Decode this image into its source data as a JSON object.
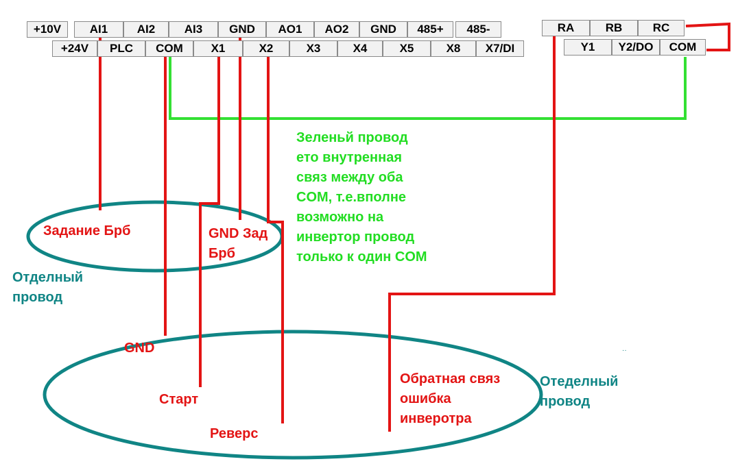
{
  "terminals": {
    "row1": [
      "+10V",
      "AI1",
      "AI2",
      "AI3",
      "GND",
      "AO1",
      "AO2",
      "GND",
      "485+",
      "485-"
    ],
    "row2": [
      "+24V",
      "PLC",
      "COM",
      "X1",
      "X2",
      "X3",
      "X4",
      "X5",
      "X8",
      "X7/DI"
    ],
    "relay_row1": [
      "RA",
      "RB",
      "RC"
    ],
    "relay_row2": [
      "Y1",
      "Y2/DO",
      "COM"
    ]
  },
  "labels": {
    "zadanie": "Задание Брб",
    "gnd_zad_line1": "GND Зад",
    "gnd_zad_line2": "Брб",
    "otdelny_line1": "Отделный",
    "otdelny_line2": "провод",
    "gnd": "GND",
    "start": "Старт",
    "revers": "Реверс",
    "feedback_line1": "Обратная связ",
    "feedback_line2": "ошибка",
    "feedback_line3": "инверотра",
    "otedelny_line1": "Отеделный",
    "otedelny_line2": "провод"
  },
  "green_note": [
    "Зеленьй провод",
    "ето внутренная",
    "связ между оба",
    "COM, т.е.вполне",
    "возможно на",
    "инвертор провод",
    "только к один COM"
  ],
  "colors": {
    "wire_red": "#e31414",
    "wire_green": "#33e033",
    "ellipse_teal": "#108585",
    "terminal_bg": "#f2f2f2",
    "terminal_border": "#8a8a8a"
  }
}
